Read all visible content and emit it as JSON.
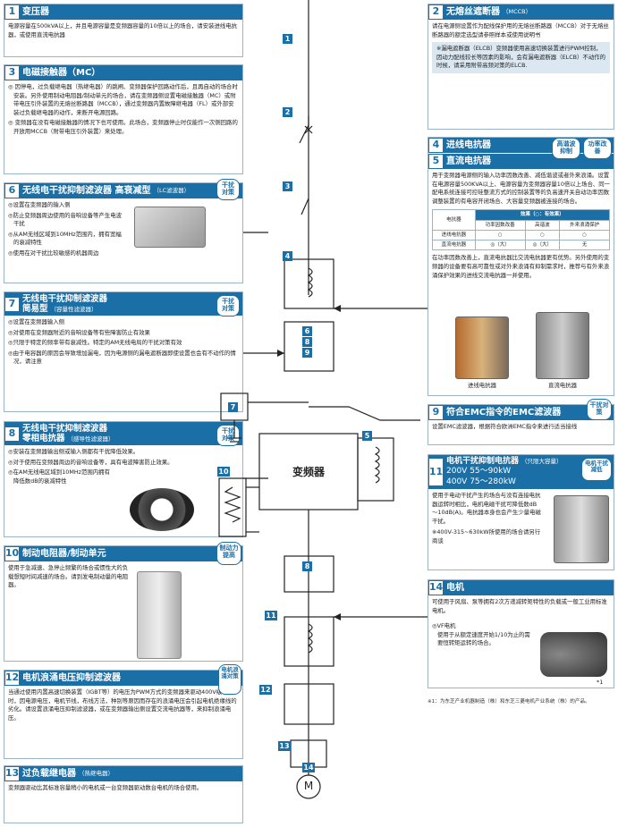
{
  "b1": {
    "num": "1",
    "title": "变压器",
    "text": "电源容量在500kVA以上，并且电源容量是变频器容量的10倍以上的场合，请安装进线电抗器，或使用直流电抗器"
  },
  "b3": {
    "num": "3",
    "title": "电磁接触器（MC）",
    "items": [
      "◎ 因停电，过负载继电器（热继电器）的跳闸、变频器保护回路动作后，且再自动的场合时安装。另外使用制动电阻器/制动单元的场合，请在变频器侧设置电磁接触器（MC）或附带电压引外装置的无熔丝断路器（MCCB），通过变频器内置故障继电器（FL）或外部安装过负载继电器的动作，来断开电源回路。",
      "◎ 变频器在没有电磁接触器的情况下也可使用。此场合，变频器停止时仅能作一次侧回路的开放用MCCB（附带电压引外装置）来处理。"
    ]
  },
  "b6": {
    "num": "6",
    "title": "无线电干扰抑制滤波器 高衰减型",
    "sub": "（LC滤波器）",
    "tag": "干扰对策",
    "items": [
      "◎设置在变频器的输入侧",
      "◎防止变频器周边使用的音响设备等产生电波干扰",
      "◎从AM无线区域到10MHz范围内，拥有宽幅的衰减特性",
      "◎使用在对干扰比较敏感的机器周边"
    ]
  },
  "b7": {
    "num": "7",
    "title": "无线电干扰抑制滤波器",
    "title2": "简易型",
    "sub": "（容量性滤波器）",
    "tag": "干扰对策",
    "items": [
      "◎设置在变频器输入侧",
      "◎对使用在变频器附近的音响设备等有些障害防止有效果",
      "◎只限于特定的频率带有衰减性。特定的AM无线电局的干扰对策有效",
      "◎由于电容器的原因会导致增加漏电，因为电源侧的漏电遮断器即使设置也会有不动作的情况，请注意"
    ]
  },
  "b8": {
    "num": "8",
    "title": "无线电干扰抑制滤波器",
    "title2": "零相电抗器",
    "sub": "（感导性滤波器）",
    "tag": "干扰对策",
    "items": [
      "◎安装在变频器输出侧或输入侧都有干扰降低效果。",
      "◎对于使用在变频器周边的音响设备等，具有电波障害防止效果。",
      "◎在AM无线电区域到10MHz范围内拥有降低数dB的衰减特性"
    ]
  },
  "b10": {
    "num": "10",
    "title": "制动电阻器/制动单元",
    "tag": "制动力提高",
    "text": "使用于急减速、急停止频繁的场合或惯性大的负载想短时间减速的场合。请到发电制动量的电阻器。"
  },
  "b12": {
    "num": "12",
    "title": "电机浪涌电压抑制滤波器",
    "tag": "电机浪涌对策",
    "text": "当通过使用内置高速切换装置（IGBT等）的电压为PWM方式的变频器来驱动400V级电机时，因电源电压，电机节线，布线方法，种别等原因而存在的浪涌电压会引起电机绝缘线的劣化。请设置浪涌电压抑制滤波器，或在变频器输出侧设置交流电抗器等，来抑制浪涌电压。"
  },
  "b13": {
    "num": "13",
    "title": "过负载继电器",
    "sub": "（热继电器）",
    "text": "变频器驱动比其标准容量稍小的电机或一台变频器驱动数台电机的场合使用。"
  },
  "b2": {
    "num": "2",
    "title": "无熔丝遮断器",
    "sub": "（MCCB）",
    "text": "请在电源侧设置作为配线保护用的无熔丝断路器（MCCB）对于无熔丝断路器的额定选型请参照样本或使用说明书",
    "note": "※漏电遮断器（ELCB）变频器使用高速切换装置进行PWM控制，因动力配线较长等因素的影响，会有漏电遮断器（ELCB）不动作的时候，请采用附带高频对策的ELCB."
  },
  "b4": {
    "num": "4",
    "title": "进线电抗器",
    "num2": "5",
    "title2": "直流电抗器",
    "tag1": "高谐波抑制",
    "tag2": "功率改善",
    "text": "用于变频器电源侧的输入功率因数改善、减低谐波或者外来浪涌。设置在电源容量500KVA以上、电源容量为变频器容量10倍以上场合、同一配电系统连接可控硅整流方式的控制装置等的负高速开关自动功率因数调整装置的有电容开闭场合、大容量变频器被连接的场合。",
    "table": {
      "h0": "电抗器",
      "h1": "效果（○：有效果）",
      "h2": "功率因数改善",
      "h3": "高谐波",
      "h4": "外来浪涌保护",
      "r1": [
        "进线电抗器",
        "○",
        "○",
        "○"
      ],
      "r2": [
        "直流电抗器",
        "◎（大）",
        "◎（大）",
        "无"
      ]
    },
    "text2": "在功率因数改善上，直流电抗器比交流电抗器更有优势。另外使用的变频器的设备要有高可靠性或对外来浪涌有抑制需求时，推荐与有外来浪涌保护效果的进线交流电抗器一并使用。",
    "cap1": "进线电抗器",
    "cap2": "直流电抗器"
  },
  "b9": {
    "num": "9",
    "title": "符合EMC指令的EMC滤波器",
    "tag": "干扰对策",
    "text": "设置EMC滤波器，根据符合欧洲EMC指令来进行适当接线"
  },
  "b11": {
    "num": "11",
    "title": "电机干扰抑制电抗器",
    "sub": "（只限大容量）",
    "line2": "200V 55～90kW",
    "line3": "400V 75～280kW",
    "tag": "电机干扰减低",
    "text": "使用于电动干扰产生的场合与没有连接电抗器运转时相比，电机电磁干扰可降低数dB～10dB(A)。电抗器本身也会产生少量电磁干扰。",
    "note": "※400V-315~630kW所使用的场合请另行商谈"
  },
  "b14": {
    "num": "14",
    "title": "电机",
    "text": "可使用于风扇、泵等拥有2次方递减转矩特性的负载或一般工业用标准电机。",
    "sub": "◎VF电机",
    "subtext": "使用于从额定速度开始1/10为止的需要恒转矩运转的场合。",
    "mark": "*1"
  },
  "footnote": "※1：为东芝产业机器制造（株）和东芝三菱电机产业系统（株）的产品。",
  "diagram": {
    "inverter": "变频器",
    "motor": "M",
    "labels": [
      "1",
      "2",
      "3",
      "4",
      "5",
      "6",
      "7",
      "8",
      "9",
      "10",
      "11",
      "12",
      "13",
      "14"
    ],
    "stack": [
      "6",
      "8",
      "9"
    ],
    "l5": "5",
    "l8b": "8"
  }
}
